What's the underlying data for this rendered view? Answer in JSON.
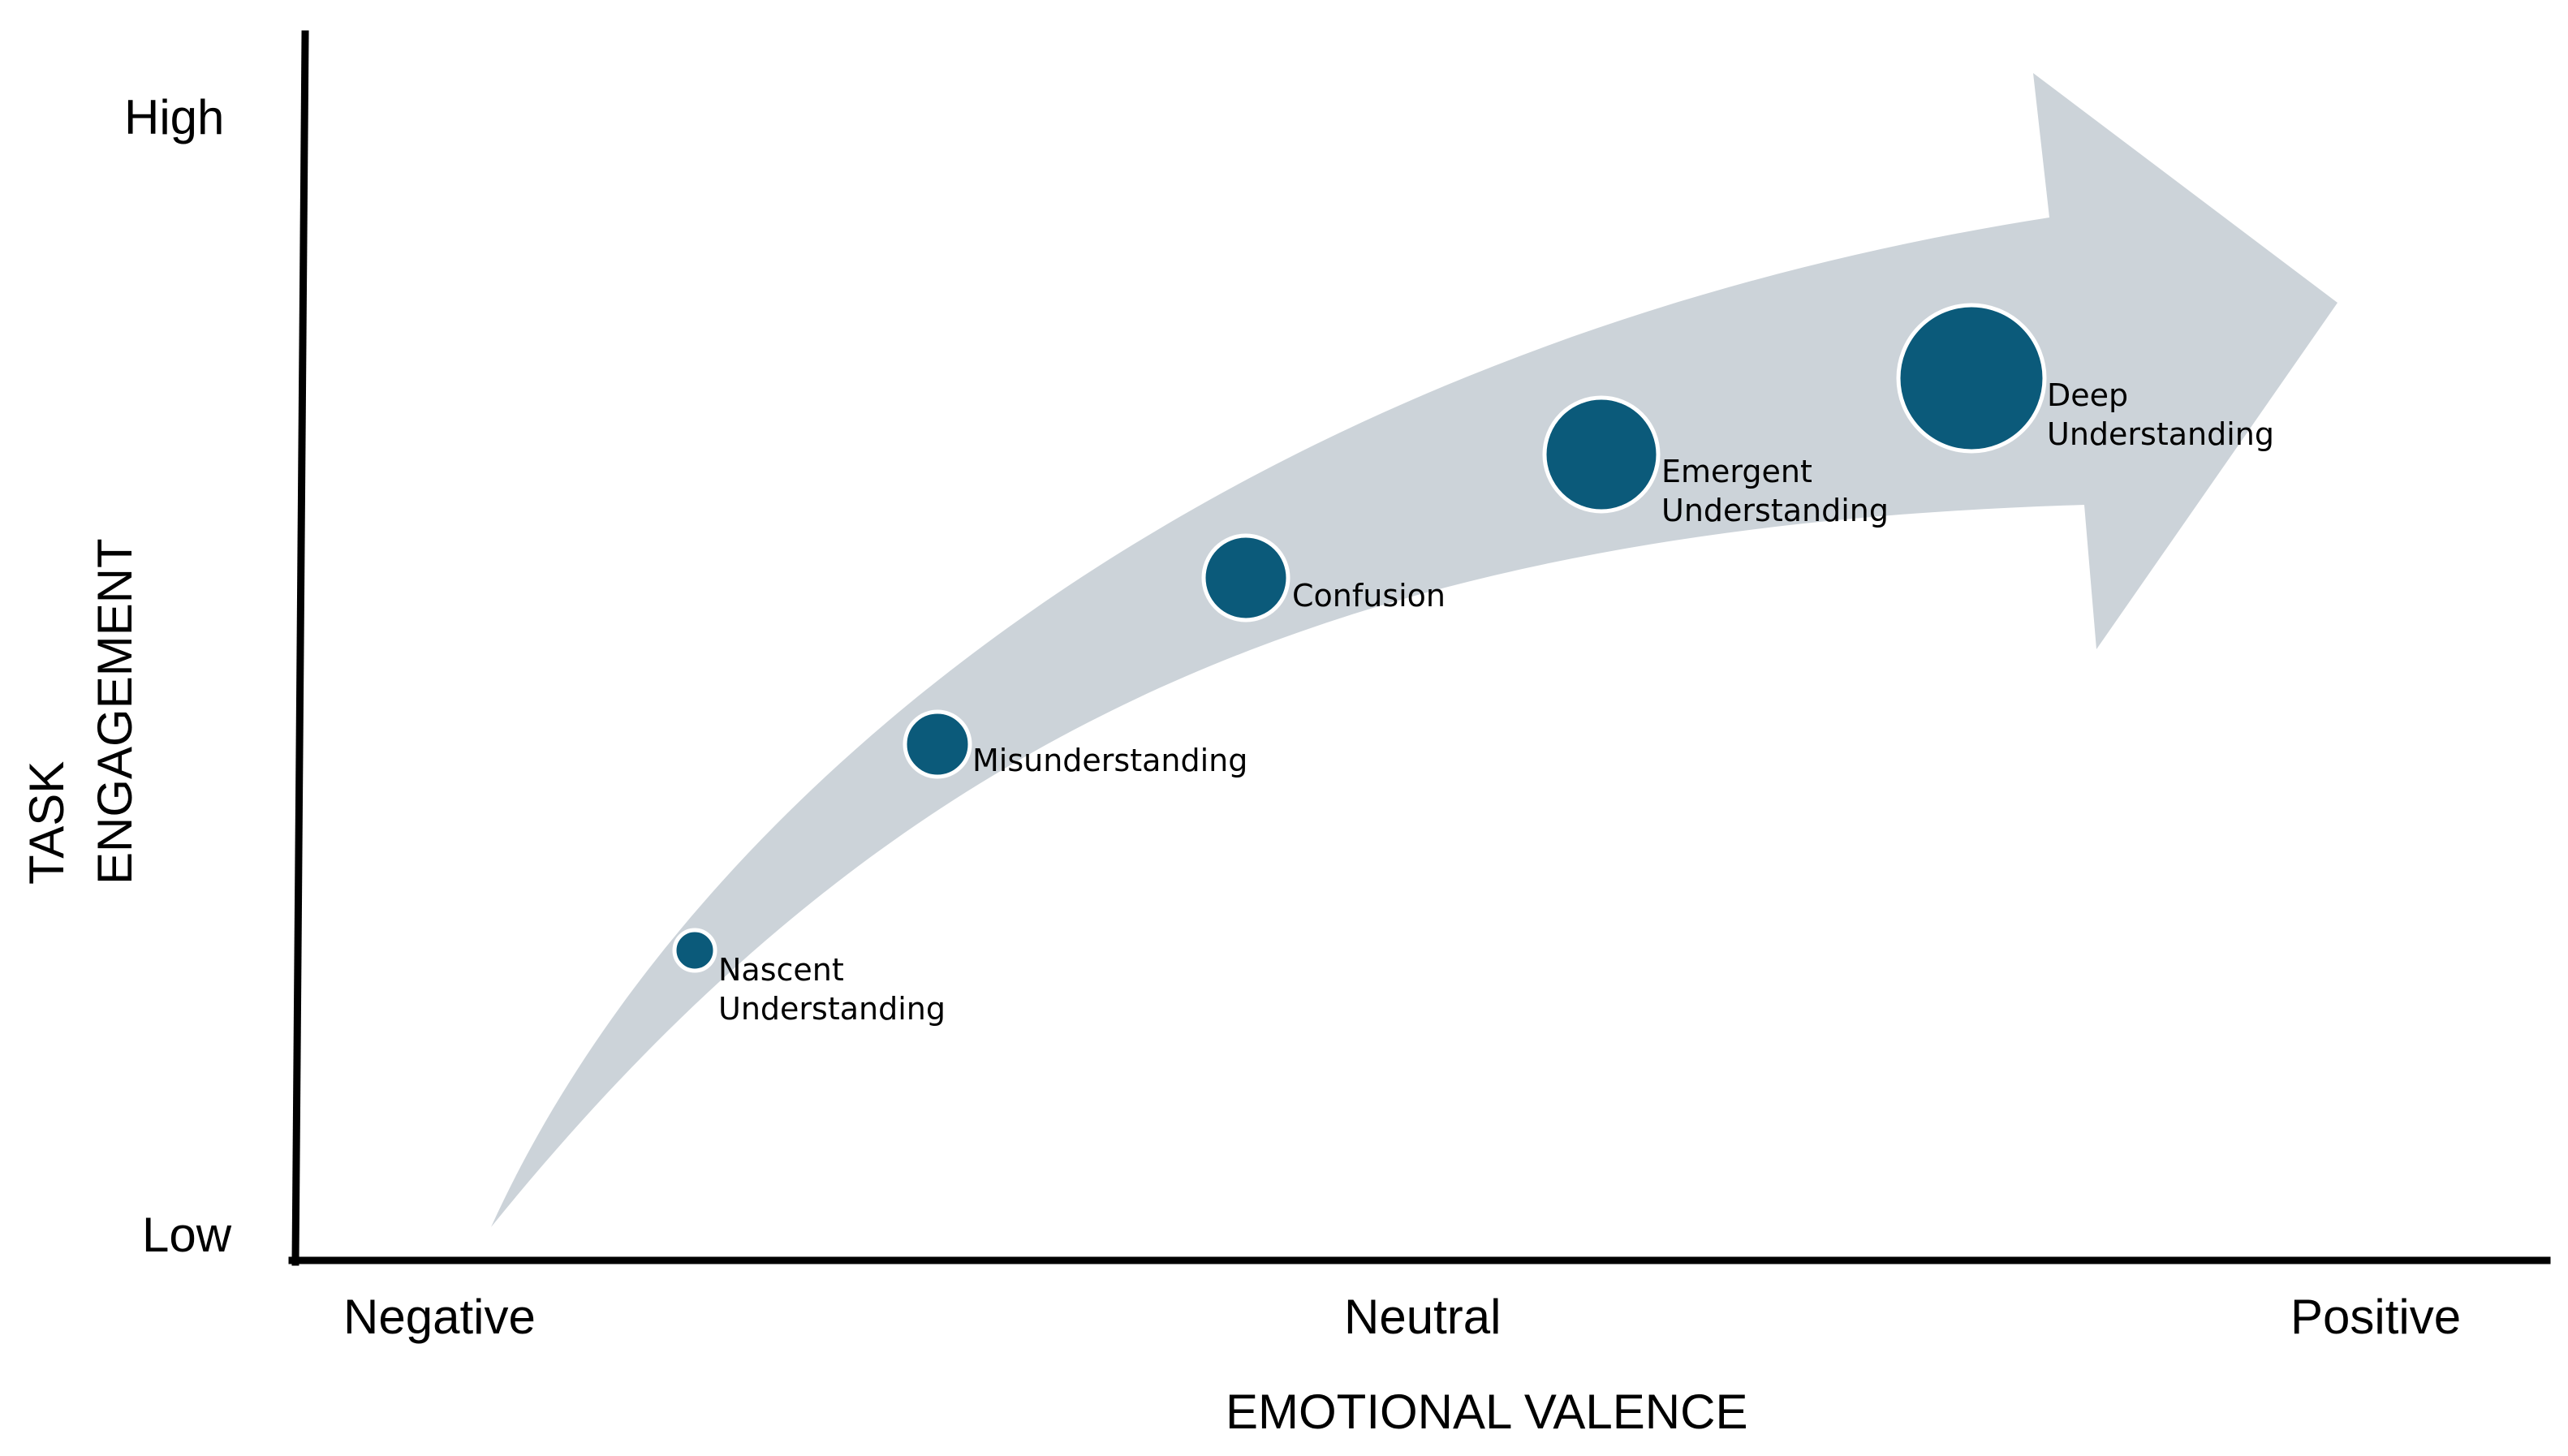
{
  "colors": {
    "arrow_fill": "#ccd3d9",
    "bubble_fill": "#0b5a7a",
    "axis": "#000000"
  },
  "y_axis": {
    "title_line1": "TASK",
    "title_line2": "ENGAGEMENT",
    "high_label": "High",
    "low_label": "Low"
  },
  "x_axis": {
    "title": "EMOTIONAL VALENCE",
    "left_label": "Negative",
    "center_label": "Neutral",
    "right_label": "Positive"
  },
  "stages": [
    {
      "line1": "Nascent",
      "line2": "Understanding",
      "size_rank": 1
    },
    {
      "line1": "Misunderstanding",
      "line2": "",
      "size_rank": 2
    },
    {
      "line1": "Confusion",
      "line2": "",
      "size_rank": 3
    },
    {
      "line1": "Emergent",
      "line2": "Understanding",
      "size_rank": 4
    },
    {
      "line1": "Deep",
      "line2": "Understanding",
      "size_rank": 5
    }
  ]
}
